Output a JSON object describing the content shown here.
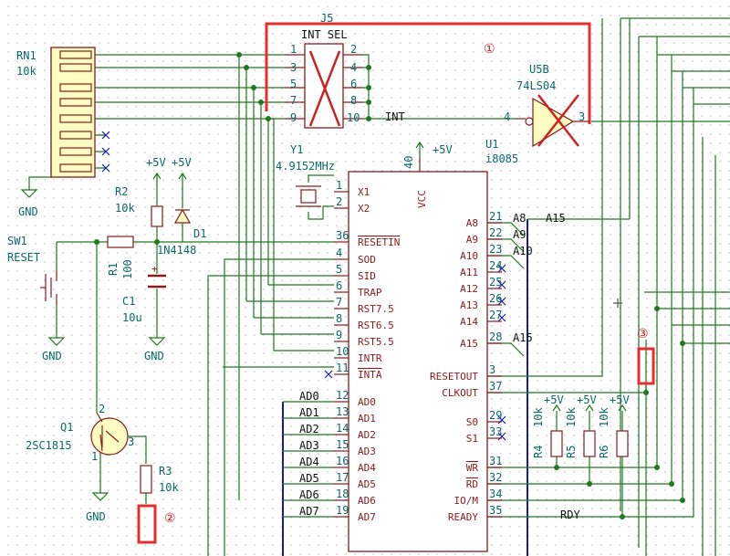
{
  "J5": {
    "ref": "J5",
    "value": "INT SEL",
    "odd_pins": [
      "1",
      "3",
      "5",
      "7",
      "9"
    ],
    "even_pins": [
      "2",
      "4",
      "6",
      "8",
      "10"
    ]
  },
  "RN1": {
    "ref": "RN1",
    "value": "10k"
  },
  "U5B": {
    "ref": "U5B",
    "value": "74LS04",
    "in_pin": "4",
    "out_pin": "3"
  },
  "Y1": {
    "ref": "Y1",
    "value": "4.9152MHz"
  },
  "U1": {
    "ref": "U1",
    "value": "i8085",
    "vcc_pin": "40",
    "vcc_label": "VCC",
    "left_pins": [
      {
        "num": "1",
        "name": "X1"
      },
      {
        "num": "2",
        "name": "X2"
      },
      {
        "num": "36",
        "name": "RESETIN"
      },
      {
        "num": "4",
        "name": "SOD"
      },
      {
        "num": "5",
        "name": "SID"
      },
      {
        "num": "6",
        "name": "TRAP"
      },
      {
        "num": "7",
        "name": "RST7.5"
      },
      {
        "num": "8",
        "name": "RST6.5"
      },
      {
        "num": "9",
        "name": "RST5.5"
      },
      {
        "num": "10",
        "name": "INTR"
      },
      {
        "num": "11",
        "name": "INTA"
      },
      {
        "num": "12",
        "name": "AD0"
      },
      {
        "num": "13",
        "name": "AD1"
      },
      {
        "num": "14",
        "name": "AD2"
      },
      {
        "num": "15",
        "name": "AD3"
      },
      {
        "num": "16",
        "name": "AD4"
      },
      {
        "num": "17",
        "name": "AD5"
      },
      {
        "num": "18",
        "name": "AD6"
      },
      {
        "num": "19",
        "name": "AD7"
      }
    ],
    "right_pins": [
      {
        "num": "21",
        "name": "A8"
      },
      {
        "num": "22",
        "name": "A9"
      },
      {
        "num": "23",
        "name": "A10"
      },
      {
        "num": "24",
        "name": "A11"
      },
      {
        "num": "25",
        "name": "A12"
      },
      {
        "num": "26",
        "name": "A13"
      },
      {
        "num": "27",
        "name": "A14"
      },
      {
        "num": "28",
        "name": "A15"
      },
      {
        "num": "3",
        "name": "RESETOUT"
      },
      {
        "num": "37",
        "name": "CLKOUT"
      },
      {
        "num": "29",
        "name": "S0"
      },
      {
        "num": "33",
        "name": "S1"
      },
      {
        "num": "31",
        "name": "WR"
      },
      {
        "num": "32",
        "name": "RD"
      },
      {
        "num": "34",
        "name": "IO/M"
      },
      {
        "num": "35",
        "name": "READY"
      }
    ]
  },
  "power": {
    "vcc_u1": "+5V",
    "r2_top": "+5V",
    "d1_top": "+5V",
    "r4": "+5V",
    "r5": "+5V",
    "r6": "+5V",
    "gnd_rn1": "GND",
    "gnd_sw1": "GND",
    "gnd_c1": "GND",
    "gnd_q1": "GND"
  },
  "R1": {
    "ref": "R1",
    "value": "100"
  },
  "R2": {
    "ref": "R2",
    "value": "10k"
  },
  "R3": {
    "ref": "R3",
    "value": "10k"
  },
  "R4": {
    "ref": "R4",
    "value": "10k"
  },
  "R5": {
    "ref": "R5",
    "value": "10k"
  },
  "R6": {
    "ref": "R6",
    "value": "10k"
  },
  "D1": {
    "ref": "D1",
    "value": "1N4148"
  },
  "C1": {
    "ref": "C1",
    "value": "10u"
  },
  "SW1": {
    "ref": "SW1",
    "value": "RESET"
  },
  "Q1": {
    "ref": "Q1",
    "value": "2SC1815",
    "pins": [
      "1",
      "2",
      "3"
    ]
  },
  "nets": {
    "int": "INT",
    "a8": "A8",
    "a9": "A9",
    "a10": "A10",
    "a15": "A15",
    "a15b": "A15",
    "rdy": "RDY",
    "ad": [
      "AD0",
      "AD1",
      "AD2",
      "AD3",
      "AD4",
      "AD5",
      "AD6",
      "AD7"
    ]
  },
  "markers": {
    "m1": "①",
    "m2": "②",
    "m3": "③"
  }
}
